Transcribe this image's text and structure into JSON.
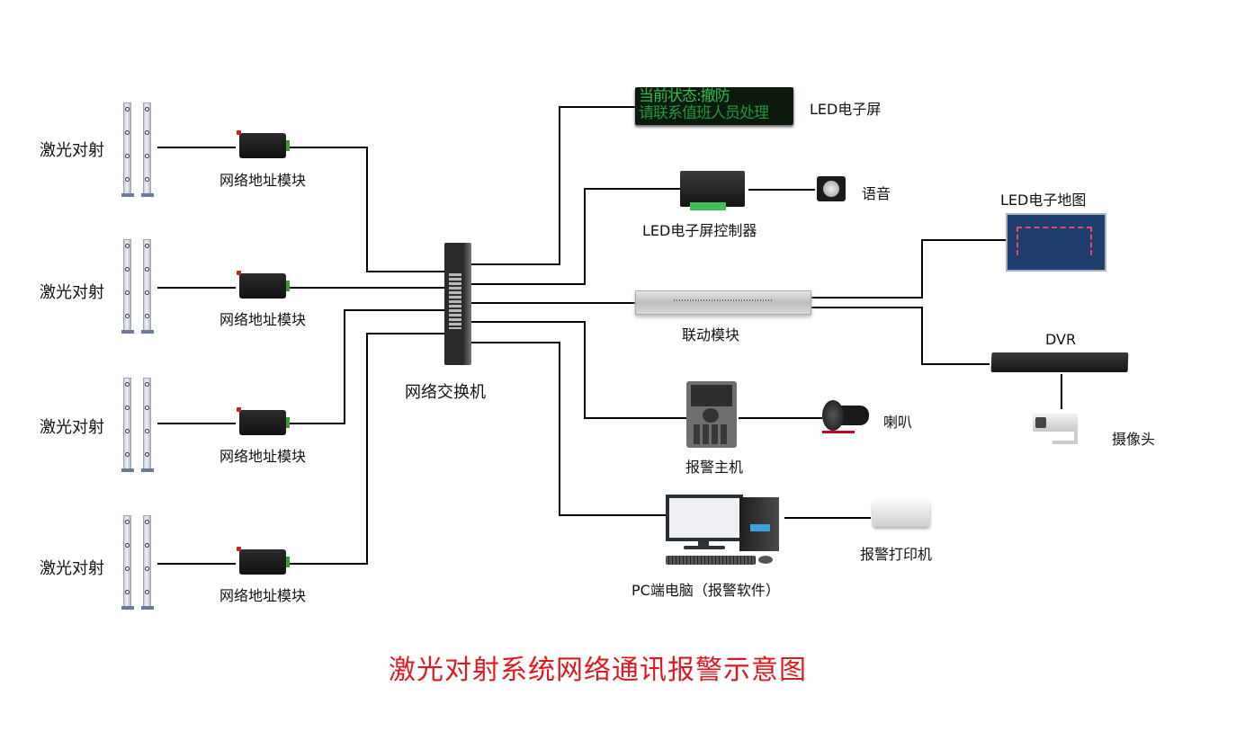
{
  "diagram": {
    "title": "激光对射系统网络通讯报警示意图",
    "title_color": "#e0191e",
    "line_color": "#000000"
  },
  "left_chains": [
    {
      "sensor_label": "激光对射",
      "module_label": "网络地址模块"
    },
    {
      "sensor_label": "激光对射",
      "module_label": "网络地址模块"
    },
    {
      "sensor_label": "激光对射",
      "module_label": "网络地址模块"
    },
    {
      "sensor_label": "激光对射",
      "module_label": "网络地址模块"
    }
  ],
  "switch": {
    "label": "网络交换机"
  },
  "led_screen": {
    "label": "LED电子屏",
    "display_line1": "当前状态:撤防",
    "display_line2": "请联系值班人员处理"
  },
  "led_controller": {
    "label": "LED电子屏控制器"
  },
  "voice": {
    "label": "语音"
  },
  "linkage_module": {
    "label": "联动模块"
  },
  "led_map": {
    "label": "LED电子地图"
  },
  "dvr": {
    "label": "DVR"
  },
  "camera": {
    "label": "摄像头"
  },
  "alarm_host": {
    "label": "报警主机"
  },
  "horn": {
    "label": "喇叭"
  },
  "pc": {
    "label": "PC端电脑（报警软件）"
  },
  "printer": {
    "label": "报警打印机"
  },
  "connections": [
    {
      "from": "laser-1",
      "to": "module-1"
    },
    {
      "from": "laser-2",
      "to": "module-2"
    },
    {
      "from": "laser-3",
      "to": "module-3"
    },
    {
      "from": "laser-4",
      "to": "module-4"
    },
    {
      "from": "module-1",
      "to": "switch"
    },
    {
      "from": "module-2",
      "to": "switch"
    },
    {
      "from": "module-3",
      "to": "switch"
    },
    {
      "from": "module-4",
      "to": "switch"
    },
    {
      "from": "switch",
      "to": "led-screen"
    },
    {
      "from": "switch",
      "to": "led-controller"
    },
    {
      "from": "led-controller",
      "to": "voice"
    },
    {
      "from": "switch",
      "to": "linkage-module"
    },
    {
      "from": "linkage-module",
      "to": "led-map"
    },
    {
      "from": "linkage-module",
      "to": "dvr"
    },
    {
      "from": "dvr",
      "to": "camera"
    },
    {
      "from": "switch",
      "to": "alarm-host"
    },
    {
      "from": "alarm-host",
      "to": "horn"
    },
    {
      "from": "switch",
      "to": "pc"
    },
    {
      "from": "pc",
      "to": "printer"
    }
  ]
}
